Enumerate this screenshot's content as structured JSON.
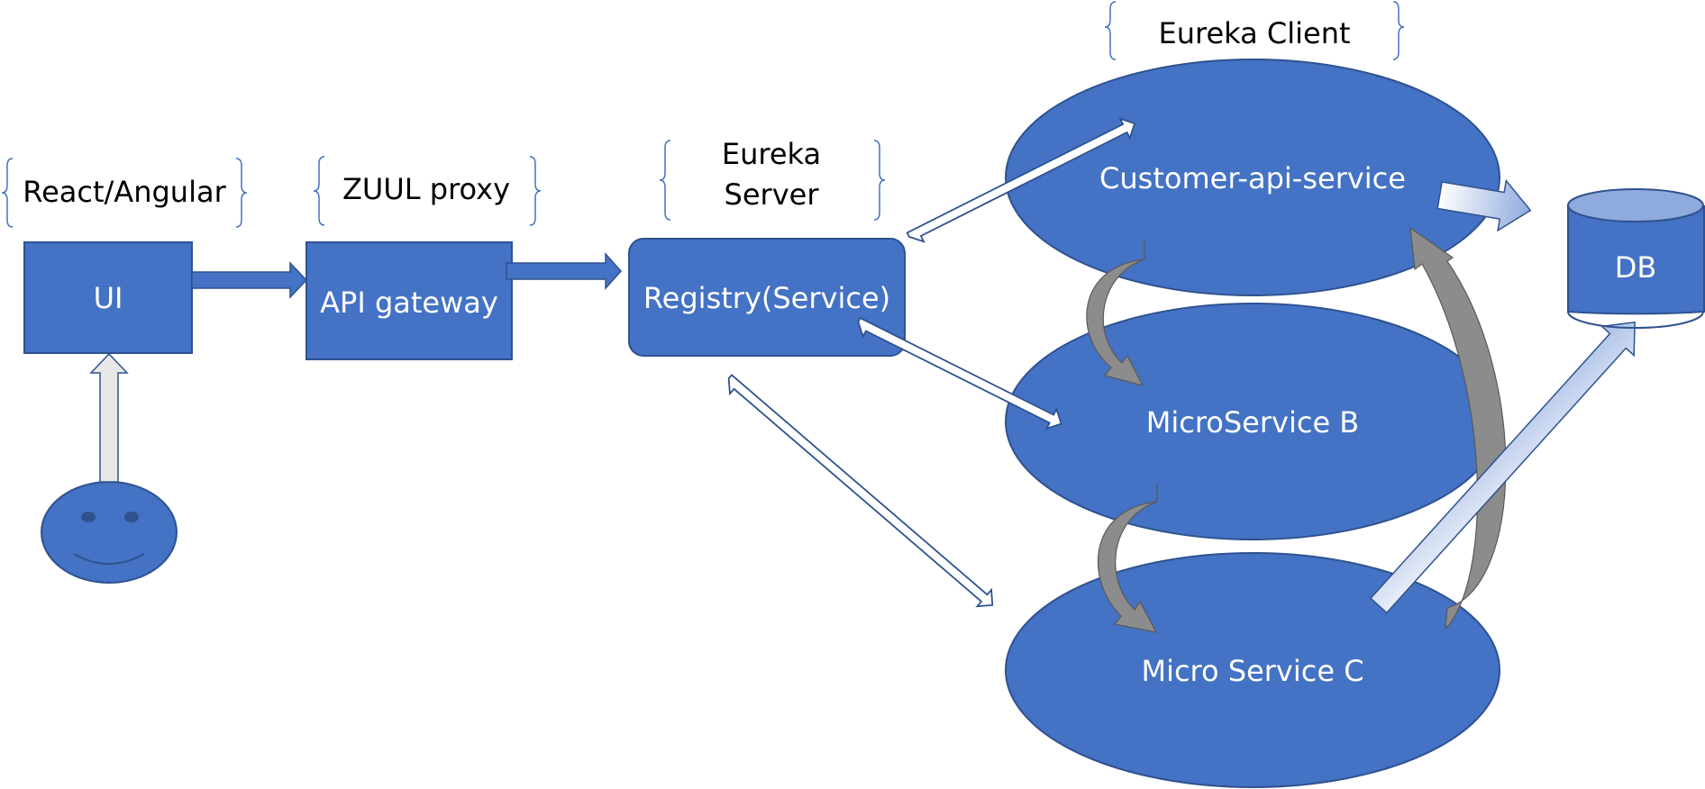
{
  "annotations": {
    "react": "React/Angular",
    "zuul": "ZUUL proxy",
    "eureka_server_line1": "Eureka",
    "eureka_server_line2": "Server",
    "eureka_client": "Eureka Client"
  },
  "nodes": {
    "ui": "UI",
    "api_gateway": "API gateway",
    "registry": "Registry(Service)",
    "customer_api": "Customer-api-service",
    "microservice_b": "MicroService B",
    "microservice_c": "Micro Service C",
    "db": "DB"
  },
  "colors": {
    "node_fill": "#4472C4",
    "node_stroke": "#2F528F",
    "db_top": "#8FAADC",
    "arrow_gray": "#8C8C8C",
    "brace": "#4472C4"
  }
}
